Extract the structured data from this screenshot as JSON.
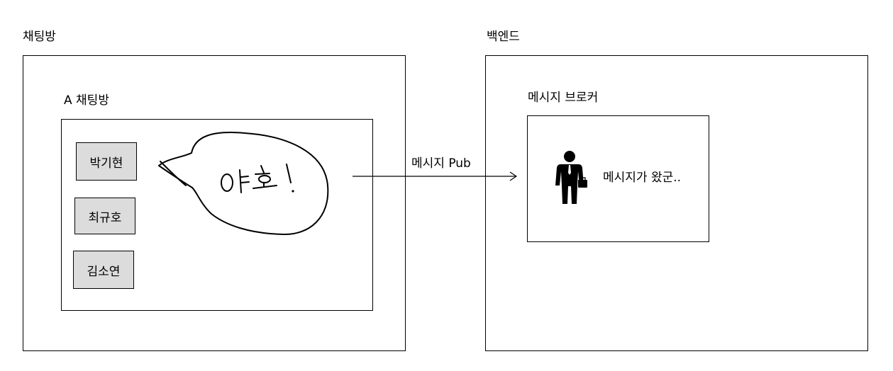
{
  "chat_section": {
    "title": "채팅방",
    "room": {
      "title": "A 채팅방",
      "members": [
        "박기현",
        "최규호",
        "김소연"
      ],
      "speech_bubble_text": "야호!"
    }
  },
  "backend_section": {
    "title": "백엔드",
    "broker": {
      "title": "메시지 브로커",
      "worker_message": "메시지가 왔군.."
    }
  },
  "arrow": {
    "label": "메시지 Pub"
  }
}
